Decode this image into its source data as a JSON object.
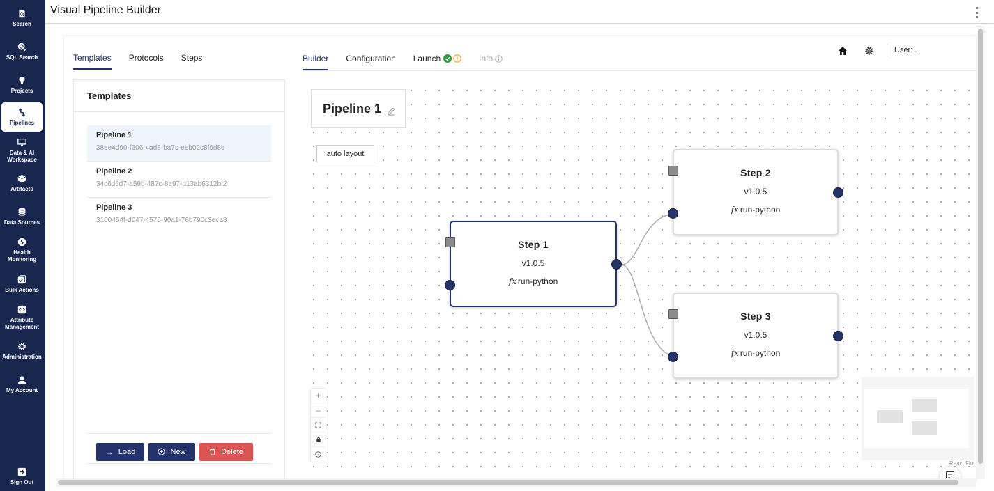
{
  "app": {
    "title": "Visual Pipeline Builder"
  },
  "sidebar": {
    "items": [
      {
        "label": "Search",
        "icon": "search-doc-icon"
      },
      {
        "label": "SQL Search",
        "icon": "sql-search-icon"
      },
      {
        "label": "Projects",
        "icon": "lightbulb-icon"
      },
      {
        "label": "Pipelines",
        "icon": "pipeline-icon",
        "active": true
      },
      {
        "label": "Data & AI Workspace",
        "icon": "monitor-icon"
      },
      {
        "label": "Artifacts",
        "icon": "cube-icon"
      },
      {
        "label": "Data Sources",
        "icon": "database-icon"
      },
      {
        "label": "Health Monitoring",
        "icon": "health-icon"
      },
      {
        "label": "Bulk Actions",
        "icon": "bulk-actions-icon"
      },
      {
        "label": "Attribute Management",
        "icon": "code-icon"
      },
      {
        "label": "Administration",
        "icon": "gear-icon"
      },
      {
        "label": "My Account",
        "icon": "user-icon"
      }
    ],
    "signout": {
      "label": "Sign Out",
      "icon": "sign-out-icon"
    }
  },
  "left_tabs": [
    {
      "label": "Templates",
      "active": true
    },
    {
      "label": "Protocols"
    },
    {
      "label": "Steps"
    }
  ],
  "templates": {
    "title": "Templates",
    "items": [
      {
        "name": "Pipeline 1",
        "id": "38ee4d90-f606-4ad8-ba7c-eeb02c8f9d8c",
        "selected": true
      },
      {
        "name": "Pipeline 2",
        "id": "34c6d6d7-a59b-487c-8a97-d13ab6312bf2"
      },
      {
        "name": "Pipeline 3",
        "id": "3100454f-d047-4576-90a1-76b790c3eca8"
      }
    ],
    "buttons": {
      "load": "Load",
      "new": "New",
      "delete": "Delete"
    }
  },
  "builder_tabs": [
    {
      "label": "Builder",
      "active": true
    },
    {
      "label": "Configuration"
    },
    {
      "label": "Launch",
      "status_icons": [
        "check-circle-icon",
        "warning-circle-icon"
      ]
    },
    {
      "label": "Info",
      "disabled": true,
      "icon": "info-icon"
    }
  ],
  "toolbar": {
    "user_label": "User: ."
  },
  "canvas": {
    "pipeline_name": "Pipeline 1",
    "auto_layout_label": "auto layout",
    "nodes": [
      {
        "title": "Step 1",
        "version": "v1.0.5",
        "fx": "fx",
        "function": "run-python",
        "selected": true
      },
      {
        "title": "Step 2",
        "version": "v1.0.5",
        "fx": "fx",
        "function": "run-python"
      },
      {
        "title": "Step 3",
        "version": "v1.0.5",
        "fx": "fx",
        "function": "run-python"
      }
    ],
    "zoom_controls": [
      "zoom-in-icon",
      "zoom-out-icon",
      "fit-view-icon",
      "lock-icon",
      "help-icon"
    ],
    "attribution": "React Flow"
  },
  "colors": {
    "sidebar_bg": "#17274d",
    "primary": "#24336a",
    "danger": "#dc5555",
    "success": "#2e9b3f",
    "warning": "#e8a317"
  }
}
